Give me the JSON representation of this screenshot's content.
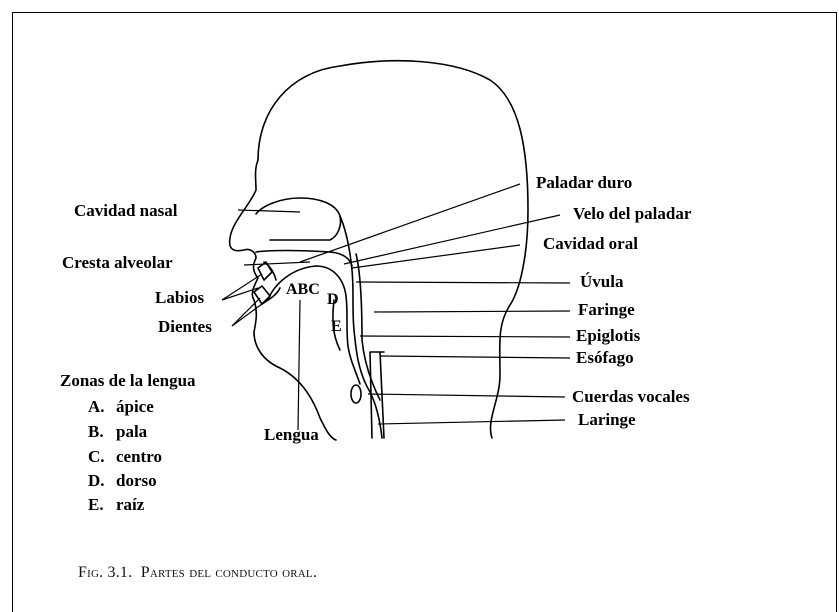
{
  "labels": {
    "cavidad_nasal": "Cavidad nasal",
    "cresta_alveolar": "Cresta alveolar",
    "labios": "Labios",
    "dientes": "Dientes",
    "lengua": "Lengua",
    "paladar_duro": "Paladar duro",
    "velo_del_paladar": "Velo del paladar",
    "cavidad_oral": "Cavidad oral",
    "uvula": "Úvula",
    "faringe": "Faringe",
    "epiglotis": "Epiglotis",
    "esofago": "Esófago",
    "cuerdas_vocales": "Cuerdas vocales",
    "laringe": "Laringe",
    "abc": "ABC",
    "d": "D",
    "e": "E"
  },
  "zones": {
    "title": "Zonas de la lengua",
    "items": [
      {
        "letter": "A.",
        "name": "ápice"
      },
      {
        "letter": "B.",
        "name": "pala"
      },
      {
        "letter": "C.",
        "name": "centro"
      },
      {
        "letter": "D.",
        "name": "dorso"
      },
      {
        "letter": "E.",
        "name": "raíz"
      }
    ]
  },
  "caption": {
    "prefix": "Fig. 3.1.",
    "text": "Partes del conducto oral."
  }
}
